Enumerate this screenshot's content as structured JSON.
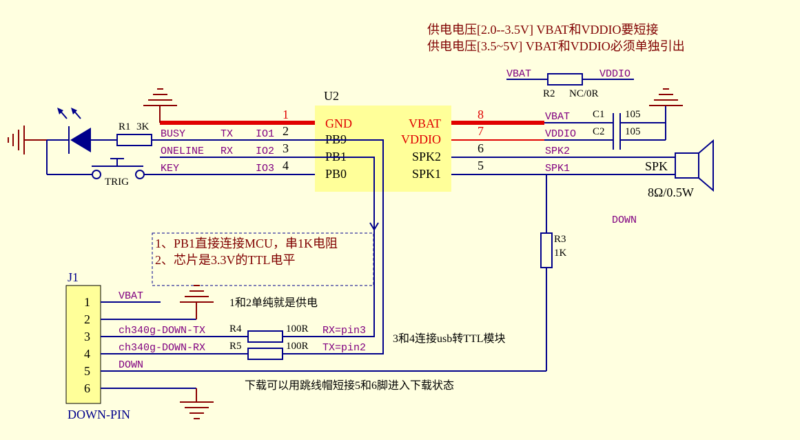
{
  "notes_top": {
    "line1": "供电电压[2.0--3.5V]  VBAT和VDDIO要短接",
    "line2": "供电电压[3.5~5V]  VBAT和VDDIO必须单独引出"
  },
  "u2": {
    "designator": "U2",
    "left_pins": [
      {
        "num": "1",
        "name": "GND"
      },
      {
        "num": "2",
        "name": "PB9"
      },
      {
        "num": "3",
        "name": "PB1"
      },
      {
        "num": "4",
        "name": "PB0"
      }
    ],
    "right_pins": [
      {
        "num": "8",
        "name": "VBAT"
      },
      {
        "num": "7",
        "name": "VDDIO"
      },
      {
        "num": "6",
        "name": "SPK2"
      },
      {
        "num": "5",
        "name": "SPK1"
      }
    ]
  },
  "left_nets": {
    "busy": "BUSY",
    "tx": "TX",
    "io1": "IO1",
    "oneline": "ONELINE",
    "rx": "RX",
    "io2": "IO2",
    "key": "KEY",
    "io3": "IO3"
  },
  "r1": {
    "label": "R1",
    "value": "3K"
  },
  "trig": "TRIG",
  "r2": {
    "net_left": "VBAT",
    "net_right": "VDDIO",
    "label": "R2",
    "value": "NC/0R"
  },
  "right_nets": {
    "vbat": "VBAT",
    "vddio": "VDDIO",
    "spk2": "SPK2",
    "spk1": "SPK1"
  },
  "caps": {
    "c1": "C1",
    "c1_val": "105",
    "c2": "C2",
    "c2_val": "105"
  },
  "speaker": {
    "label": "SPK",
    "rating": "8Ω/0.5W"
  },
  "down_net": "DOWN",
  "r3": {
    "label": "R3",
    "value": "1K"
  },
  "note_box": {
    "line1": "1、PB1直接连接MCU，串1K电阻",
    "line2": "2、芯片是3.3V的TTL电平"
  },
  "j1": {
    "designator": "J1",
    "name": "DOWN-PIN",
    "pins": [
      "1",
      "2",
      "3",
      "4",
      "5",
      "6"
    ],
    "nets": [
      "VBAT",
      "ch340g-DOWN-TX",
      "ch340g-DOWN-RX",
      "DOWN"
    ]
  },
  "r4": {
    "label": "R4",
    "value": "100R",
    "net": "RX=pin3"
  },
  "r5": {
    "label": "R5",
    "value": "100R",
    "net": "TX=pin2"
  },
  "comments": {
    "c12": "1和2单纯就是供电",
    "c34": "3和4连接usb转TTL模块",
    "c56": "下载可以用跳线帽短接5和6脚进入下载状态"
  },
  "colors": {
    "background": "#FFFFE0",
    "wire": "#00008B",
    "power_wire": "#E00000",
    "ground": "#8B0000",
    "net_label": "#800080",
    "chip_body": "#FFFF99",
    "note": "#800000"
  }
}
